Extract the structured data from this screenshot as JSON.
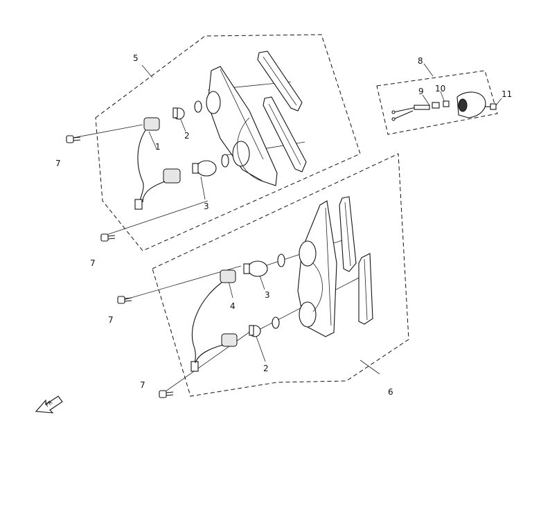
{
  "callouts": {
    "c1": "1",
    "c2_top": "2",
    "c3_top": "3",
    "c5": "5",
    "c7_a": "7",
    "c7_b": "7",
    "c8": "8",
    "c9": "9",
    "c10": "10",
    "c11": "11",
    "c4": "4",
    "c3_bottom": "3",
    "c2_bottom": "2",
    "c6": "6",
    "c7_c": "7",
    "c7_d": "7"
  }
}
